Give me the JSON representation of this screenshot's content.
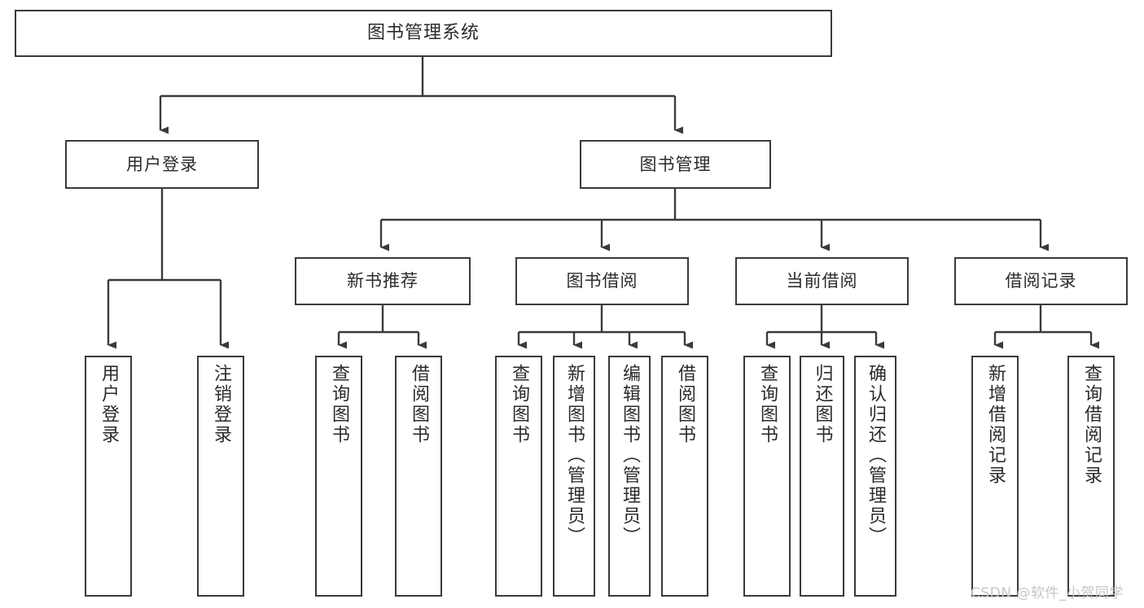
{
  "diagram": {
    "title": "图书管理系统",
    "type": "hierarchy-tree",
    "watermark": "CSDN @软件_小贺同学",
    "colors": {
      "box_border": "#3a3a3a",
      "box_fill": "#ffffff",
      "connector": "#3a3a3a",
      "text": "#2b2b2b",
      "watermark": "#c6c6c6"
    },
    "nodes": {
      "root": {
        "label": "图书管理系统"
      },
      "level2": [
        {
          "label": "用户登录"
        },
        {
          "label": "图书管理"
        }
      ],
      "level3": [
        {
          "label": "新书推荐"
        },
        {
          "label": "图书借阅"
        },
        {
          "label": "当前借阅"
        },
        {
          "label": "借阅记录"
        }
      ],
      "leaves": {
        "user_login": [
          {
            "label": "用户登录"
          },
          {
            "label": "注销登录"
          }
        ],
        "new_book_recommend": [
          {
            "label": "查询图书"
          },
          {
            "label": "借阅图书"
          }
        ],
        "book_borrow": [
          {
            "label": "查询图书"
          },
          {
            "label": "新增图书（管理员）"
          },
          {
            "label": "编辑图书（管理员）"
          },
          {
            "label": "借阅图书"
          }
        ],
        "current_borrow": [
          {
            "label": "查询图书"
          },
          {
            "label": "归还图书"
          },
          {
            "label": "确认归还（管理员）"
          }
        ],
        "borrow_record": [
          {
            "label": "新增借阅记录"
          },
          {
            "label": "查询借阅记录"
          }
        ]
      }
    }
  }
}
